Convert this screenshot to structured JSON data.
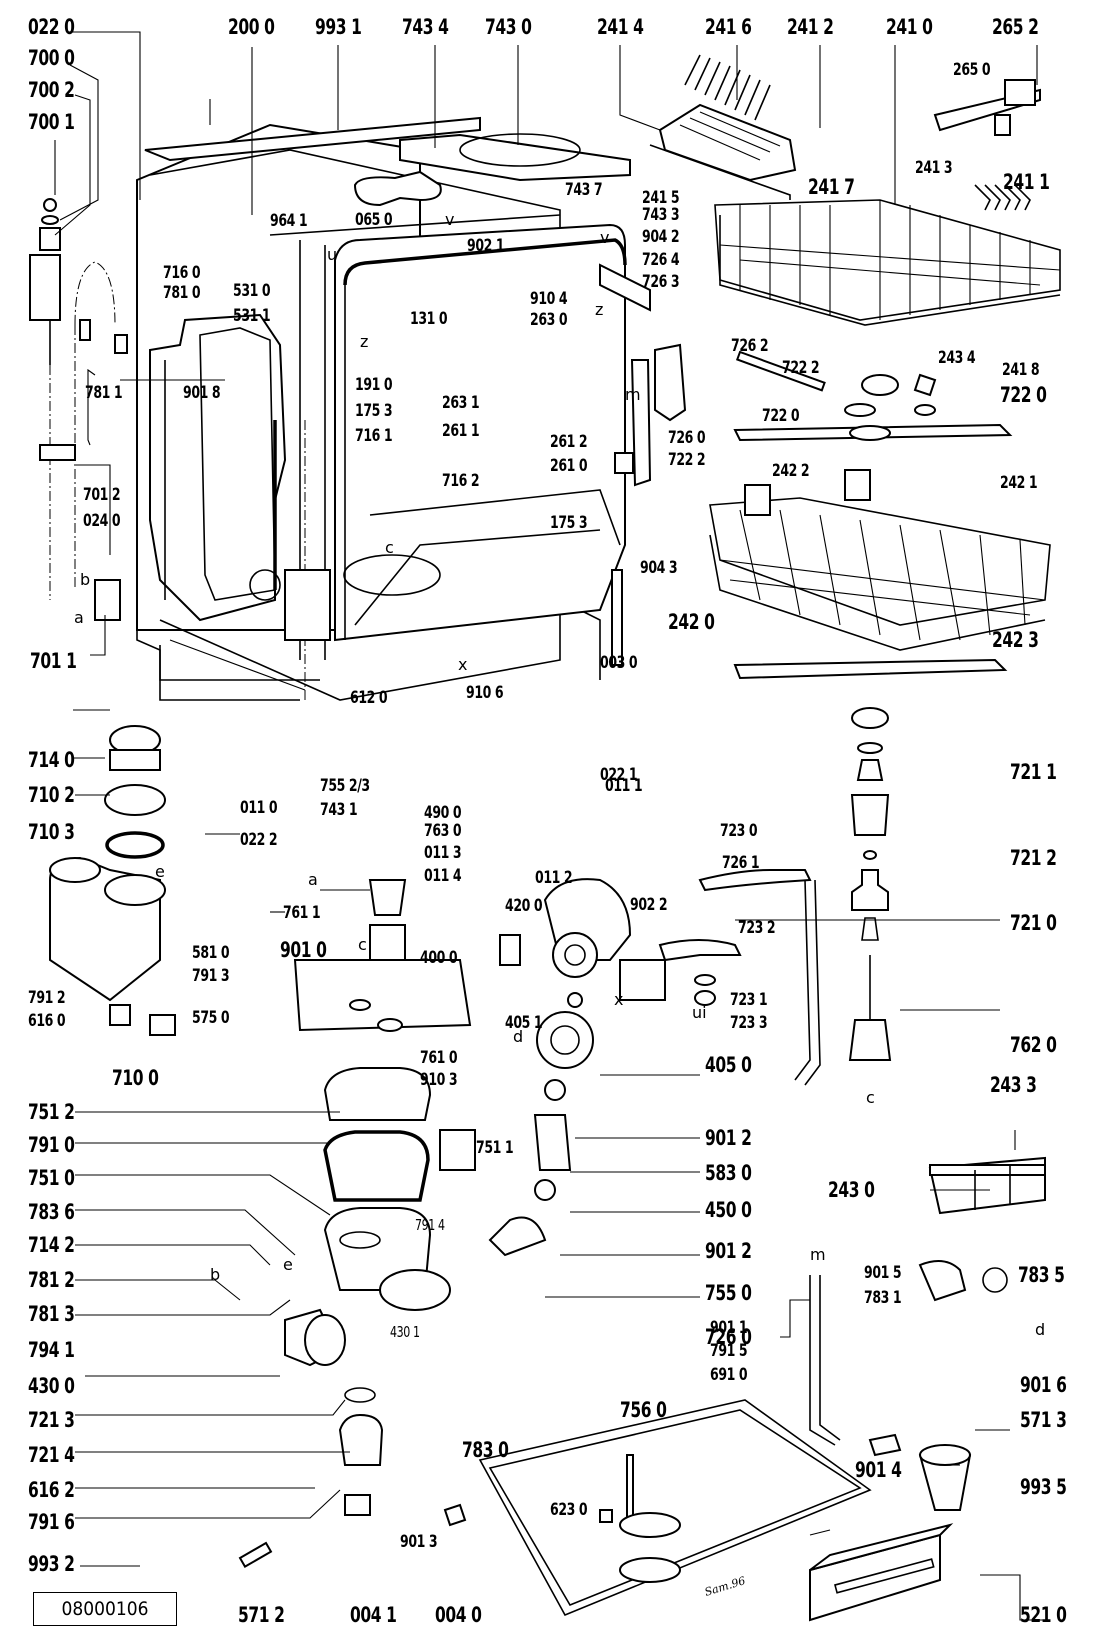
{
  "diagram": {
    "title": "Dishwasher exploded parts diagram",
    "document_number": "08000106",
    "signature": "Sam.96",
    "part_labels": [
      {
        "id": "022-0",
        "text": "022 0"
      },
      {
        "id": "700-0",
        "text": "700 0"
      },
      {
        "id": "700-2",
        "text": "700 2"
      },
      {
        "id": "700-1",
        "text": "700 1"
      },
      {
        "id": "200-0",
        "text": "200 0"
      },
      {
        "id": "993-1",
        "text": "993 1"
      },
      {
        "id": "743-4",
        "text": "743 4"
      },
      {
        "id": "743-0",
        "text": "743 0"
      },
      {
        "id": "241-4",
        "text": "241 4"
      },
      {
        "id": "241-6",
        "text": "241 6"
      },
      {
        "id": "241-2",
        "text": "241 2"
      },
      {
        "id": "241-0",
        "text": "241 0"
      },
      {
        "id": "265-2",
        "text": "265 2"
      },
      {
        "id": "265-0",
        "text": "265 0"
      },
      {
        "id": "241-3",
        "text": "241 3"
      },
      {
        "id": "241-1",
        "text": "241 1"
      },
      {
        "id": "241-7",
        "text": "241 7"
      },
      {
        "id": "241-5",
        "text": "241 5"
      },
      {
        "id": "743-7",
        "text": "743 7"
      },
      {
        "id": "743-3",
        "text": "743 3"
      },
      {
        "id": "904-2",
        "text": "904 2"
      },
      {
        "id": "726-4",
        "text": "726 4"
      },
      {
        "id": "726-3",
        "text": "726 3"
      },
      {
        "id": "964-1",
        "text": "964 1"
      },
      {
        "id": "065-0",
        "text": "065 0"
      },
      {
        "id": "902-1",
        "text": "902 1"
      },
      {
        "id": "910-4",
        "text": "910 4"
      },
      {
        "id": "263-0",
        "text": "263 0"
      },
      {
        "id": "131-0",
        "text": "131 0"
      },
      {
        "id": "716-0",
        "text": "716 0"
      },
      {
        "id": "781-0",
        "text": "781 0"
      },
      {
        "id": "531-0",
        "text": "531 0"
      },
      {
        "id": "531-1",
        "text": "531 1"
      },
      {
        "id": "901-8",
        "text": "901 8"
      },
      {
        "id": "781-1",
        "text": "781 1"
      },
      {
        "id": "191-0",
        "text": "191 0"
      },
      {
        "id": "175-3a",
        "text": "175 3"
      },
      {
        "id": "716-1",
        "text": "716 1"
      },
      {
        "id": "263-1",
        "text": "263 1"
      },
      {
        "id": "261-1",
        "text": "261 1"
      },
      {
        "id": "716-2",
        "text": "716 2"
      },
      {
        "id": "261-2",
        "text": "261 2"
      },
      {
        "id": "261-0",
        "text": "261 0"
      },
      {
        "id": "726-2",
        "text": "726 2"
      },
      {
        "id": "722-2a",
        "text": "722 2"
      },
      {
        "id": "243-4",
        "text": "243 4"
      },
      {
        "id": "241-8",
        "text": "241 8"
      },
      {
        "id": "722-0a",
        "text": "722 0"
      },
      {
        "id": "722-0b",
        "text": "722 0"
      },
      {
        "id": "726-0a",
        "text": "726 0"
      },
      {
        "id": "722-2b",
        "text": "722 2"
      },
      {
        "id": "701-2",
        "text": "701 2"
      },
      {
        "id": "024-0",
        "text": "024 0"
      },
      {
        "id": "242-2",
        "text": "242 2"
      },
      {
        "id": "242-1",
        "text": "242 1"
      },
      {
        "id": "175-3b",
        "text": "175 3"
      },
      {
        "id": "904-3",
        "text": "904 3"
      },
      {
        "id": "701-1",
        "text": "701 1"
      },
      {
        "id": "242-0",
        "text": "242 0"
      },
      {
        "id": "242-3",
        "text": "242 3"
      },
      {
        "id": "003-0",
        "text": "003 0"
      },
      {
        "id": "612-0",
        "text": "612 0"
      },
      {
        "id": "910-6",
        "text": "910 6"
      },
      {
        "id": "022-1",
        "text": "022 1"
      },
      {
        "id": "714-0",
        "text": "714 0"
      },
      {
        "id": "710-2",
        "text": "710 2"
      },
      {
        "id": "710-3",
        "text": "710 3"
      },
      {
        "id": "011-0",
        "text": "011 0"
      },
      {
        "id": "755-23",
        "text": "755 2/3"
      },
      {
        "id": "743-1",
        "text": "743 1"
      },
      {
        "id": "022-2",
        "text": "022 2"
      },
      {
        "id": "490-0",
        "text": "490 0"
      },
      {
        "id": "763-0",
        "text": "763 0"
      },
      {
        "id": "011-3",
        "text": "011 3"
      },
      {
        "id": "011-4",
        "text": "011 4"
      },
      {
        "id": "011-1",
        "text": "011 1"
      },
      {
        "id": "011-2",
        "text": "011 2"
      },
      {
        "id": "902-2",
        "text": "902 2"
      },
      {
        "id": "721-1",
        "text": "721 1"
      },
      {
        "id": "721-2",
        "text": "721 2"
      },
      {
        "id": "721-0",
        "text": "721 0"
      },
      {
        "id": "723-0",
        "text": "723 0"
      },
      {
        "id": "726-1",
        "text": "726 1"
      },
      {
        "id": "723-2",
        "text": "723 2"
      },
      {
        "id": "723-1",
        "text": "723 1"
      },
      {
        "id": "723-3",
        "text": "723 3"
      },
      {
        "id": "762-0",
        "text": "762 0"
      },
      {
        "id": "761-1",
        "text": "761 1"
      },
      {
        "id": "901-0",
        "text": "901 0"
      },
      {
        "id": "581-0",
        "text": "581 0"
      },
      {
        "id": "791-3",
        "text": "791 3"
      },
      {
        "id": "791-2",
        "text": "791 2"
      },
      {
        "id": "616-0",
        "text": "616 0"
      },
      {
        "id": "575-0",
        "text": "575 0"
      },
      {
        "id": "710-0",
        "text": "710 0"
      },
      {
        "id": "420-0",
        "text": "420 0"
      },
      {
        "id": "400-0",
        "text": "400 0"
      },
      {
        "id": "405-1",
        "text": "405 1"
      },
      {
        "id": "761-0",
        "text": "761 0"
      },
      {
        "id": "910-3",
        "text": "910 3"
      },
      {
        "id": "405-0",
        "text": "405 0"
      },
      {
        "id": "243-3",
        "text": "243 3"
      },
      {
        "id": "243-0",
        "text": "243 0"
      },
      {
        "id": "751-2",
        "text": "751 2"
      },
      {
        "id": "751-1",
        "text": "751 1"
      },
      {
        "id": "901-2a",
        "text": "901 2"
      },
      {
        "id": "791-0",
        "text": "791 0"
      },
      {
        "id": "583-0",
        "text": "583 0"
      },
      {
        "id": "751-0",
        "text": "751 0"
      },
      {
        "id": "450-0",
        "text": "450 0"
      },
      {
        "id": "783-6",
        "text": "783 6"
      },
      {
        "id": "791-4",
        "text": "791 4"
      },
      {
        "id": "901-2b",
        "text": "901 2"
      },
      {
        "id": "714-2",
        "text": "714 2"
      },
      {
        "id": "755-0",
        "text": "755 0"
      },
      {
        "id": "781-2",
        "text": "781 2"
      },
      {
        "id": "726-0b",
        "text": "726 0"
      },
      {
        "id": "901-5",
        "text": "901 5"
      },
      {
        "id": "783-1",
        "text": "783 1"
      },
      {
        "id": "783-5",
        "text": "783 5"
      },
      {
        "id": "781-3",
        "text": "781 3"
      },
      {
        "id": "430-1",
        "text": "430 1"
      },
      {
        "id": "901-1",
        "text": "901 1"
      },
      {
        "id": "794-1",
        "text": "794 1"
      },
      {
        "id": "791-5",
        "text": "791 5"
      },
      {
        "id": "901-6",
        "text": "901 6"
      },
      {
        "id": "430-0",
        "text": "430 0"
      },
      {
        "id": "691-0",
        "text": "691 0"
      },
      {
        "id": "571-3",
        "text": "571 3"
      },
      {
        "id": "721-3",
        "text": "721 3"
      },
      {
        "id": "756-0",
        "text": "756 0"
      },
      {
        "id": "721-4",
        "text": "721 4"
      },
      {
        "id": "783-0",
        "text": "783 0"
      },
      {
        "id": "901-4",
        "text": "901 4"
      },
      {
        "id": "993-5",
        "text": "993 5"
      },
      {
        "id": "616-2",
        "text": "616 2"
      },
      {
        "id": "623-0",
        "text": "623 0"
      },
      {
        "id": "791-6",
        "text": "791 6"
      },
      {
        "id": "901-3",
        "text": "901 3"
      },
      {
        "id": "993-2",
        "text": "993 2"
      },
      {
        "id": "571-2",
        "text": "571 2"
      },
      {
        "id": "004-1",
        "text": "004 1"
      },
      {
        "id": "004-0",
        "text": "004 0"
      },
      {
        "id": "521-0",
        "text": "521 0"
      }
    ],
    "connector_letters": [
      "a",
      "b",
      "c",
      "d",
      "e",
      "m",
      "u",
      "v",
      "x",
      "z",
      "ui"
    ]
  }
}
